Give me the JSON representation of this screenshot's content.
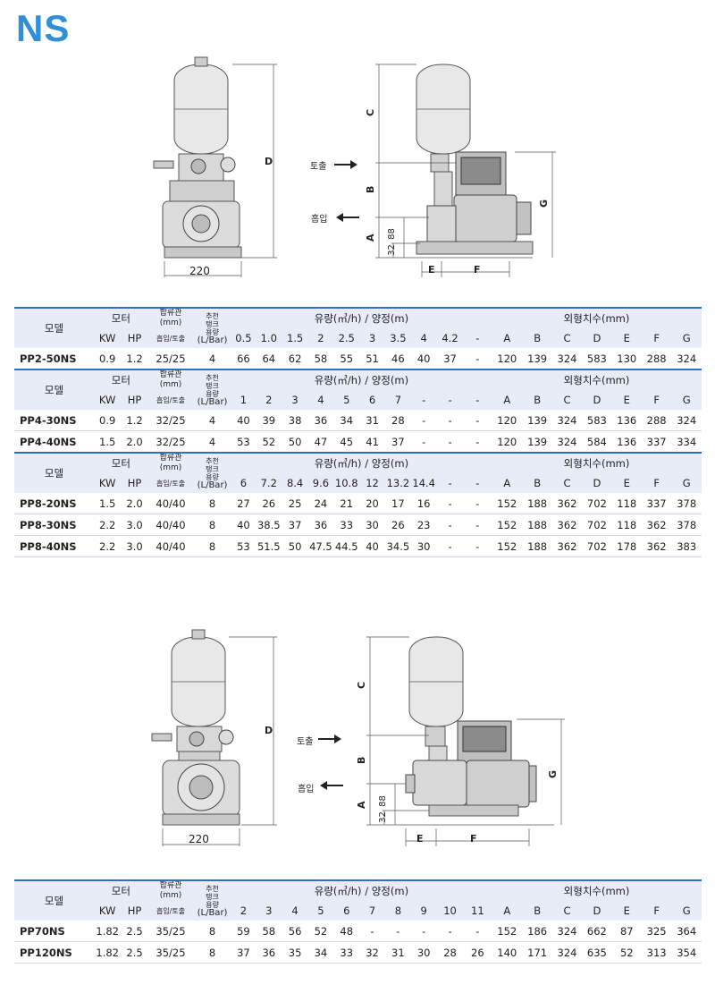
{
  "title": "NS",
  "diagram": {
    "width_label": "220",
    "dims": [
      "A",
      "B",
      "C",
      "D",
      "E",
      "F",
      "G"
    ],
    "dim_88": "88",
    "dim_32": "32",
    "outlet": "토출",
    "inlet": "흡입"
  },
  "tables": [
    {
      "head": {
        "model": "모델",
        "motor": "모터",
        "kw": "KW",
        "hp": "HP",
        "pipe": "합류관",
        "pipe_mm": "(mm)",
        "pipe_sub": "흡입/토출",
        "tank1": "추천",
        "tank2": "탱크",
        "tank3": "용량",
        "tank4": "(L/Bar)",
        "flow": "유량(㎥/h) / 양정(m)",
        "dim": "외형치수(mm)"
      },
      "flow_cols": [
        "0.5",
        "1.0",
        "1.5",
        "2",
        "2.5",
        "3",
        "3.5",
        "4",
        "4.2",
        "-"
      ],
      "dim_cols": [
        "A",
        "B",
        "C",
        "D",
        "E",
        "F",
        "G"
      ],
      "rows": [
        {
          "model": "PP2-50NS",
          "kw": "0.9",
          "hp": "1.2",
          "pipe": "25/25",
          "tank": "4",
          "flow": [
            "66",
            "64",
            "62",
            "58",
            "55",
            "51",
            "46",
            "40",
            "37",
            "-"
          ],
          "dims": [
            "120",
            "139",
            "324",
            "583",
            "130",
            "288",
            "324"
          ]
        }
      ]
    },
    {
      "head": {
        "model": "모델",
        "motor": "모터",
        "kw": "KW",
        "hp": "HP",
        "pipe": "합류관",
        "pipe_mm": "(mm)",
        "pipe_sub": "흡입/토출",
        "tank1": "추천",
        "tank2": "탱크",
        "tank3": "용량",
        "tank4": "(L/Bar)",
        "flow": "유량(㎥/h) / 양정(m)",
        "dim": "외형치수(mm)"
      },
      "flow_cols": [
        "1",
        "2",
        "3",
        "4",
        "5",
        "6",
        "7",
        "-",
        "-",
        "-"
      ],
      "dim_cols": [
        "A",
        "B",
        "C",
        "D",
        "E",
        "F",
        "G"
      ],
      "rows": [
        {
          "model": "PP4-30NS",
          "kw": "0.9",
          "hp": "1.2",
          "pipe": "32/25",
          "tank": "4",
          "flow": [
            "40",
            "39",
            "38",
            "36",
            "34",
            "31",
            "28",
            "-",
            "-",
            "-"
          ],
          "dims": [
            "120",
            "139",
            "324",
            "583",
            "136",
            "288",
            "324"
          ]
        },
        {
          "model": "PP4-40NS",
          "kw": "1.5",
          "hp": "2.0",
          "pipe": "32/25",
          "tank": "4",
          "flow": [
            "53",
            "52",
            "50",
            "47",
            "45",
            "41",
            "37",
            "-",
            "-",
            "-"
          ],
          "dims": [
            "120",
            "139",
            "324",
            "584",
            "136",
            "337",
            "334"
          ]
        }
      ]
    },
    {
      "head": {
        "model": "모델",
        "motor": "모터",
        "kw": "KW",
        "hp": "HP",
        "pipe": "합류관",
        "pipe_mm": "(mm)",
        "pipe_sub": "흡입/토출",
        "tank1": "추천",
        "tank2": "탱크",
        "tank3": "용량",
        "tank4": "(L/Bar)",
        "flow": "유량(㎥/h) / 양정(m)",
        "dim": "외형치수(mm)"
      },
      "flow_cols": [
        "6",
        "7.2",
        "8.4",
        "9.6",
        "10.8",
        "12",
        "13.2",
        "14.4",
        "-",
        "-"
      ],
      "dim_cols": [
        "A",
        "B",
        "C",
        "D",
        "E",
        "F",
        "G"
      ],
      "rows": [
        {
          "model": "PP8-20NS",
          "kw": "1.5",
          "hp": "2.0",
          "pipe": "40/40",
          "tank": "8",
          "flow": [
            "27",
            "26",
            "25",
            "24",
            "21",
            "20",
            "17",
            "16",
            "-",
            "-"
          ],
          "dims": [
            "152",
            "188",
            "362",
            "702",
            "118",
            "337",
            "378"
          ]
        },
        {
          "model": "PP8-30NS",
          "kw": "2.2",
          "hp": "3.0",
          "pipe": "40/40",
          "tank": "8",
          "flow": [
            "40",
            "38.5",
            "37",
            "36",
            "33",
            "30",
            "26",
            "23",
            "-",
            "-"
          ],
          "dims": [
            "152",
            "188",
            "362",
            "702",
            "118",
            "362",
            "378"
          ]
        },
        {
          "model": "PP8-40NS",
          "kw": "2.2",
          "hp": "3.0",
          "pipe": "40/40",
          "tank": "8",
          "flow": [
            "53",
            "51.5",
            "50",
            "47.5",
            "44.5",
            "40",
            "34.5",
            "30",
            "-",
            "-"
          ],
          "dims": [
            "152",
            "188",
            "362",
            "702",
            "178",
            "362",
            "383"
          ]
        }
      ]
    },
    {
      "head": {
        "model": "모델",
        "motor": "모터",
        "kw": "KW",
        "hp": "HP",
        "pipe": "합류관",
        "pipe_mm": "(mm)",
        "pipe_sub": "흡입/토출",
        "tank1": "추천",
        "tank2": "탱크",
        "tank3": "용량",
        "tank4": "(L/Bar)",
        "flow": "유량(㎥/h) / 양정(m)",
        "dim": "외형치수(mm)"
      },
      "flow_cols": [
        "2",
        "3",
        "4",
        "5",
        "6",
        "7",
        "8",
        "9",
        "10",
        "11"
      ],
      "dim_cols": [
        "A",
        "B",
        "C",
        "D",
        "E",
        "F",
        "G"
      ],
      "rows": [
        {
          "model": "PP70NS",
          "kw": "1.82",
          "hp": "2.5",
          "pipe": "35/25",
          "tank": "8",
          "flow": [
            "59",
            "58",
            "56",
            "52",
            "48",
            "-",
            "-",
            "-",
            "-",
            "-"
          ],
          "dims": [
            "152",
            "186",
            "324",
            "662",
            "87",
            "325",
            "364"
          ]
        },
        {
          "model": "PP120NS",
          "kw": "1.82",
          "hp": "2.5",
          "pipe": "35/25",
          "tank": "8",
          "flow": [
            "37",
            "36",
            "35",
            "34",
            "33",
            "32",
            "31",
            "30",
            "28",
            "26"
          ],
          "dims": [
            "140",
            "171",
            "324",
            "635",
            "52",
            "313",
            "354"
          ]
        }
      ]
    }
  ]
}
